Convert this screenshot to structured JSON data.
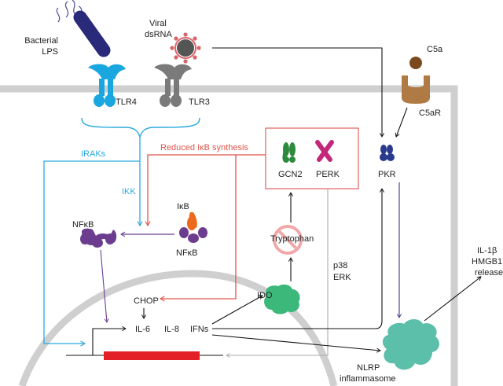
{
  "labels": {
    "bacterial_lps": [
      "Bacterial",
      "LPS"
    ],
    "viral_dsrna": [
      "Viral",
      "dsRNA"
    ],
    "c5a": "C5a",
    "c5ar": "C5aR",
    "tlr4": "TLR4",
    "tlr3": "TLR3",
    "irak": "IRAKs",
    "reduced_ikb": "Reduced IκB synthesis",
    "ikk": "IKK",
    "gcn2": "GCN2",
    "perk": "PERK",
    "pkr": "PKR",
    "nfkb": "NFκB",
    "ikb": "IκB",
    "nfkb_complex": "NFκB",
    "tryptophan": "Tryptophan",
    "p38_erk": [
      "p38",
      "ERK"
    ],
    "ido": "IDO",
    "chop": "CHOP",
    "il6": "IL-6",
    "il8": "IL-8",
    "ifns": "IFNs",
    "il1b_release": [
      "IL-1β",
      "HMGB1",
      "release"
    ],
    "nlrp": [
      "NLRP",
      "inflammasome"
    ]
  },
  "colors": {
    "membrane": "#cfcfcf",
    "tlr4": "#1aa6de",
    "tlr3": "#7a7a7a",
    "irak_line": "#2aa9dd",
    "reduced_line": "#e0564b",
    "nfkb": "#6c3d8f",
    "ikb": "#ec6a1e",
    "gcn2": "#2e8b3e",
    "perk": "#c4267a",
    "pkr": "#2a3a8c",
    "c5a": "#7a4a1e",
    "c5ar": "#b07a45",
    "ido": "#3cb87b",
    "nlrp": "#5bbfaa",
    "bacterium": "#2a2a7a",
    "virus": "#d9656a",
    "gene": "#e32028",
    "box": "#e06060"
  }
}
